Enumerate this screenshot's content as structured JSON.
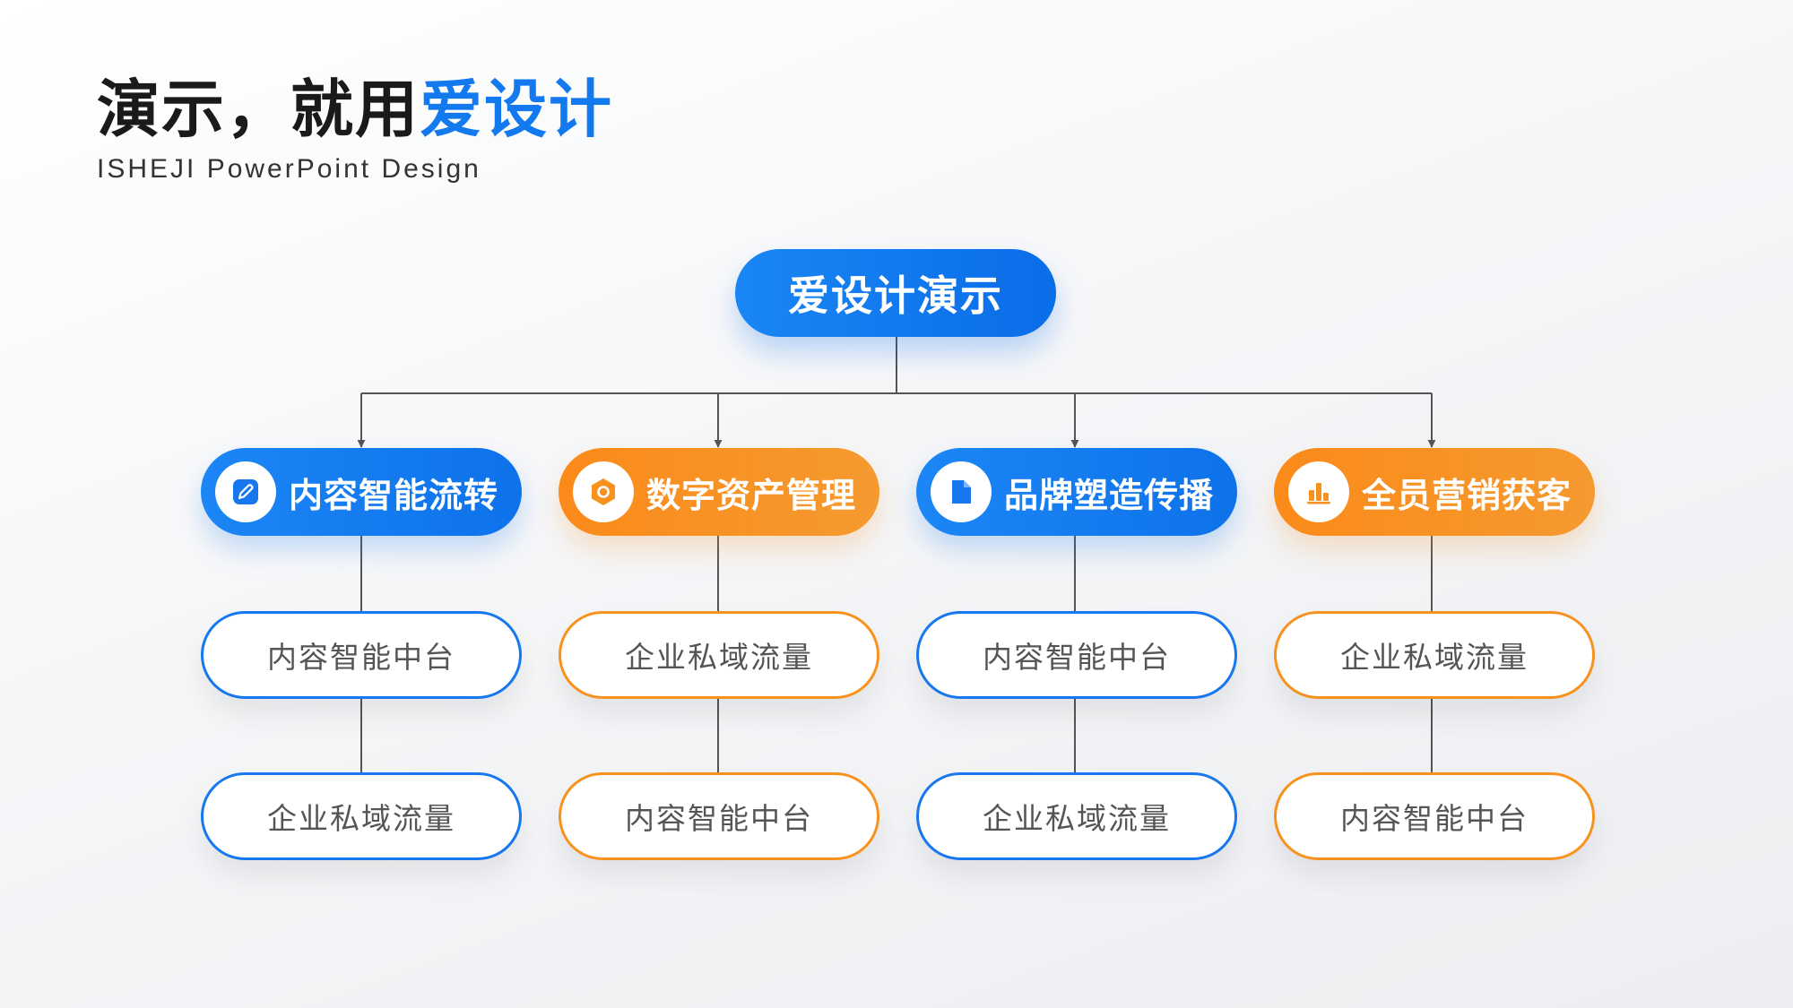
{
  "header": {
    "title_main": "演示，就用",
    "title_accent": "爱设计",
    "subtitle": "ISHEJI  PowerPoint  Design"
  },
  "root": {
    "label": "爱设计演示"
  },
  "colors": {
    "blue": "#1279ee",
    "orange": "#f7921f",
    "connector": "#555555"
  },
  "categories": [
    {
      "label": "内容智能流转",
      "color": "blue",
      "icon": "edit-icon",
      "items": [
        "内容智能中台",
        "企业私域流量"
      ]
    },
    {
      "label": "数字资产管理",
      "color": "orange",
      "icon": "hexagon-nut-icon",
      "items": [
        "企业私域流量",
        "内容智能中台"
      ]
    },
    {
      "label": "品牌塑造传播",
      "color": "blue",
      "icon": "document-icon",
      "items": [
        "内容智能中台",
        "企业私域流量"
      ]
    },
    {
      "label": "全员营销获客",
      "color": "orange",
      "icon": "bar-chart-icon",
      "items": [
        "企业私域流量",
        "内容智能中台"
      ]
    }
  ]
}
